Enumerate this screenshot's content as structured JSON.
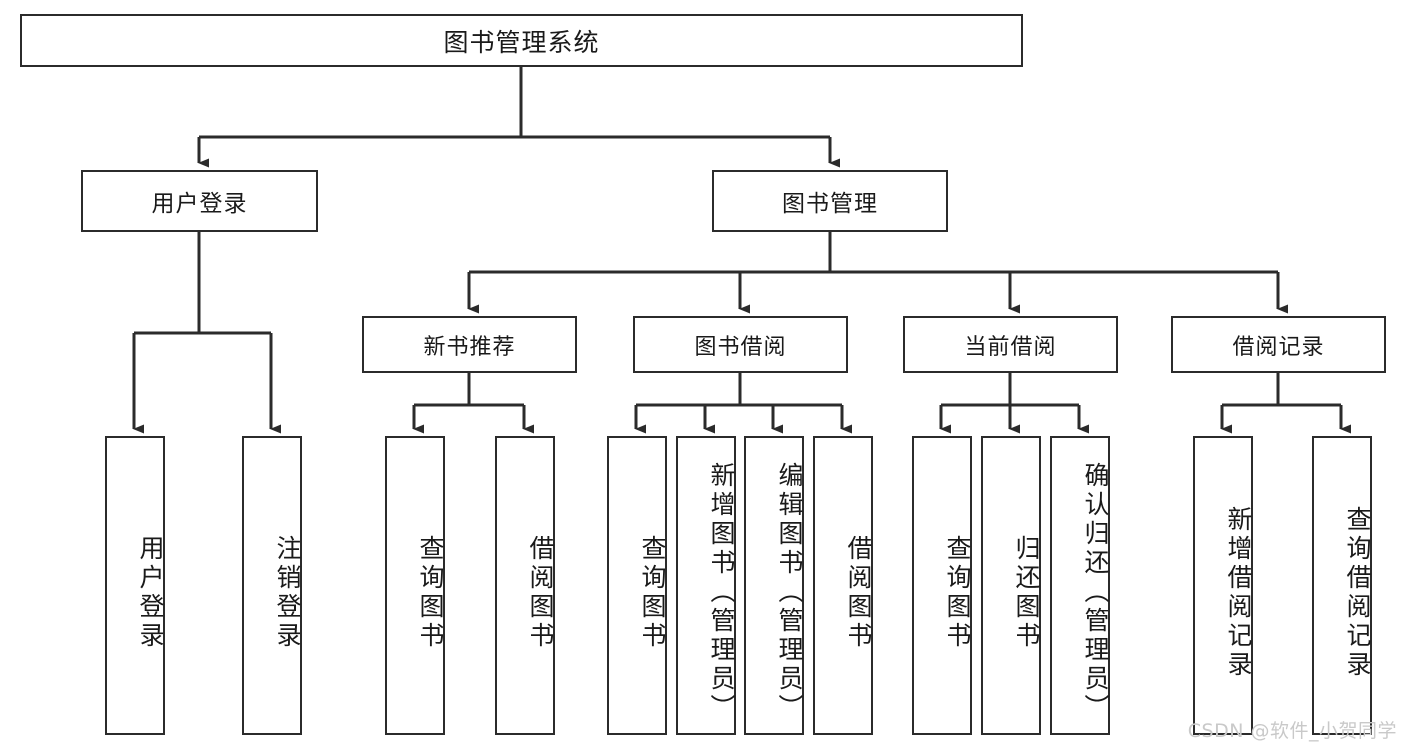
{
  "diagram": {
    "title": "图书管理系统",
    "watermark": "CSDN @软件_小贺同学",
    "line_color": "#2b2b2b",
    "box_fill": "#ffffff",
    "text_color": "#1a1a1a",
    "watermark_color": "#c9c9c9"
  },
  "root": {
    "label": "图书管理系统"
  },
  "level2": [
    {
      "id": "user-login",
      "label": "用户登录"
    },
    {
      "id": "book-management",
      "label": "图书管理"
    }
  ],
  "level3": [
    {
      "id": "new-book-recommend",
      "label": "新书推荐",
      "parent": "book-management"
    },
    {
      "id": "book-borrow",
      "label": "图书借阅",
      "parent": "book-management"
    },
    {
      "id": "current-borrow",
      "label": "当前借阅",
      "parent": "book-management"
    },
    {
      "id": "borrow-record",
      "label": "借阅记录",
      "parent": "book-management"
    }
  ],
  "leaves": {
    "user_login": [
      {
        "id": "leaf-user-login",
        "label": "用户登录"
      },
      {
        "id": "leaf-logout-login",
        "label": "注销登录"
      }
    ],
    "new_book_recommend": [
      {
        "id": "leaf-query-book-1",
        "label": "查询图书"
      },
      {
        "id": "leaf-borrow-book-1",
        "label": "借阅图书"
      }
    ],
    "book_borrow": [
      {
        "id": "leaf-query-book-2",
        "label": "查询图书"
      },
      {
        "id": "leaf-add-book",
        "label": "新增图书（管理员）"
      },
      {
        "id": "leaf-edit-book",
        "label": "编辑图书（管理员）"
      },
      {
        "id": "leaf-borrow-book-2",
        "label": "借阅图书"
      }
    ],
    "current_borrow": [
      {
        "id": "leaf-query-book-3",
        "label": "查询图书"
      },
      {
        "id": "leaf-return-book",
        "label": "归还图书"
      },
      {
        "id": "leaf-confirm-return",
        "label": "确认归还（管理员）"
      }
    ],
    "borrow_record": [
      {
        "id": "leaf-add-record",
        "label": "新增借阅记录"
      },
      {
        "id": "leaf-query-record",
        "label": "查询借阅记录"
      }
    ]
  }
}
